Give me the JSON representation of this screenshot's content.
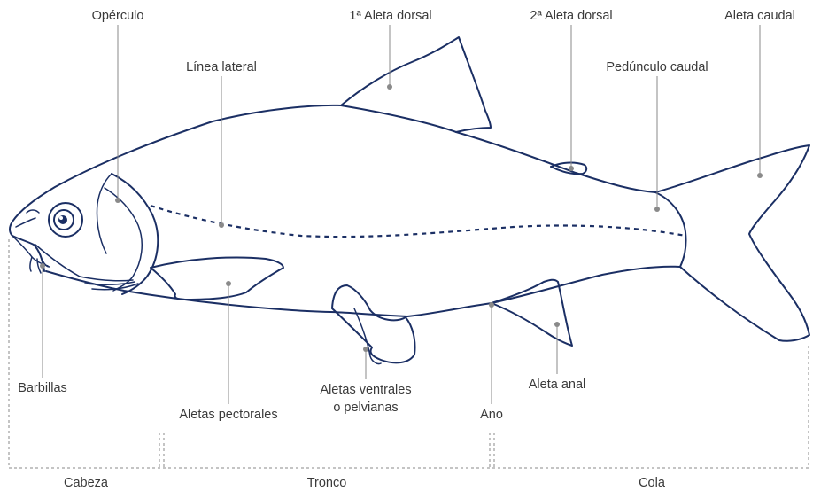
{
  "colors": {
    "outline": "#1b2f64",
    "leader": "#8a8a8a",
    "text": "#3a3a3a",
    "background": "#ffffff"
  },
  "labels": {
    "operculo": "Opérculo",
    "aleta_dorsal_1": "1ª Aleta dorsal",
    "aleta_dorsal_2": "2ª Aleta dorsal",
    "aleta_caudal": "Aleta caudal",
    "linea_lateral": "Línea lateral",
    "pedunculo_caudal": "Pedúnculo caudal",
    "barbillas": "Barbillas",
    "aletas_pectorales": "Aletas pectorales",
    "aletas_ventrales_1": "Aletas ventrales",
    "aletas_ventrales_2": "o pelvianas",
    "ano": "Ano",
    "aleta_anal": "Aleta anal"
  },
  "sections": {
    "cabeza": "Cabeza",
    "tronco": "Tronco",
    "cola": "Cola"
  }
}
